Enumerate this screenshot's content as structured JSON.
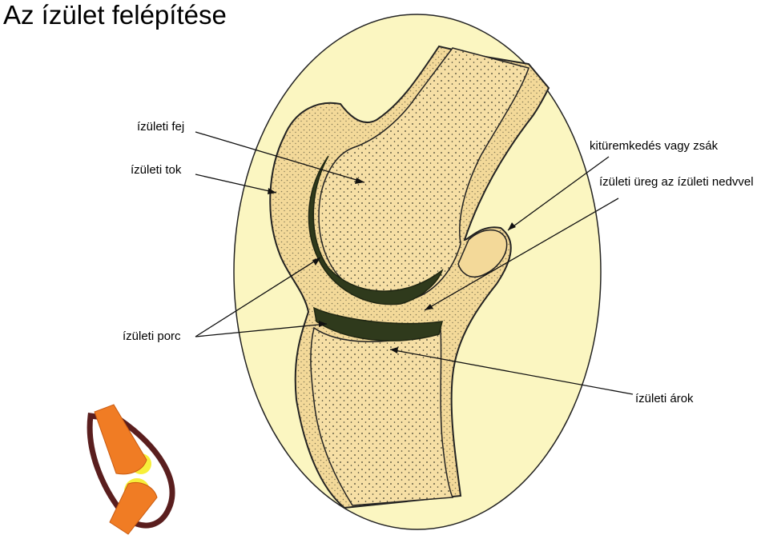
{
  "title": "Az ízület felépítése",
  "labels": {
    "head": "ízületi fej",
    "capsule": "ízületi tok",
    "cartilage": "ízületi porc",
    "bursa": "kitüremkedés vagy zsák",
    "cavity": "ízületi üreg az ízületi nedvvel",
    "socket": "ízületi árok"
  },
  "colors": {
    "oval_fill": "#fbf6c1",
    "bone_fill": "#f6dfa5",
    "capsule_fill": "#f3d999",
    "cartilage": "#2f3a1c",
    "schematic_bone": "#f07c24",
    "schematic_cartilage": "#f7ef3a",
    "schematic_capsule": "#5a1e1e"
  }
}
